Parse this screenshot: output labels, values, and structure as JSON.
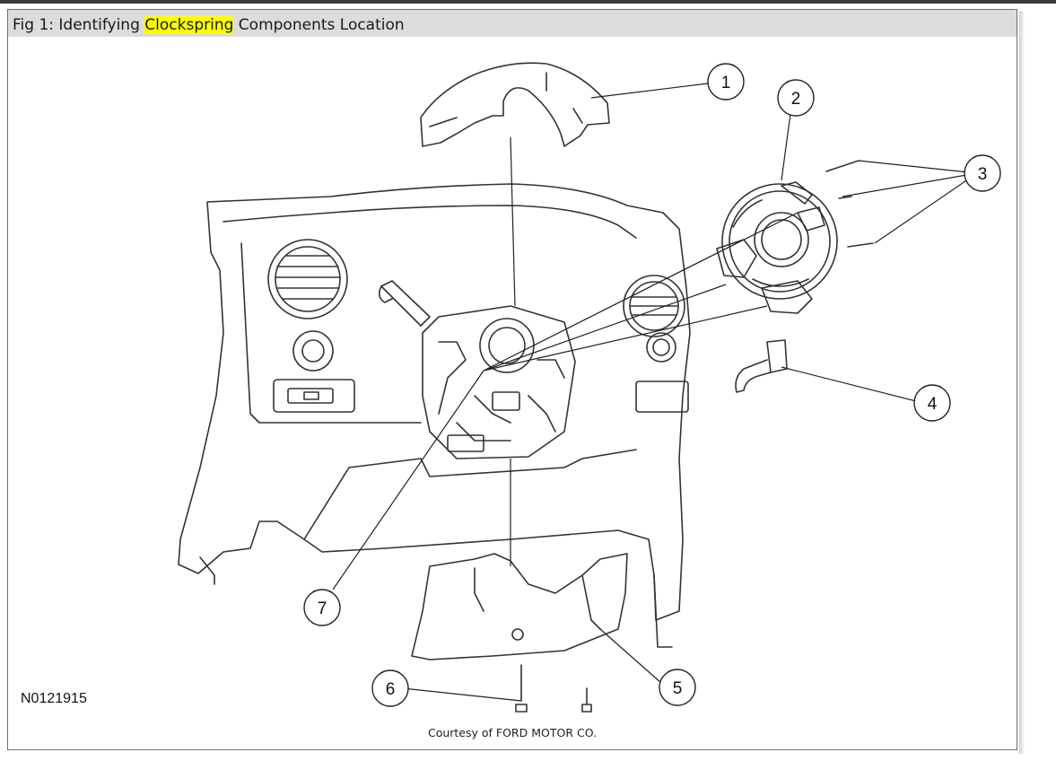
{
  "caption": {
    "prefix": "Fig 1: Identifying ",
    "highlight": "Clockspring",
    "suffix": " Components Location"
  },
  "colors": {
    "highlight": "#ffff00",
    "header_bg": "#dcdcdc"
  },
  "callouts": [
    "1",
    "2",
    "3",
    "4",
    "5",
    "6",
    "7"
  ],
  "figure_id": "N0121915",
  "credit": "Courtesy of FORD MOTOR CO."
}
